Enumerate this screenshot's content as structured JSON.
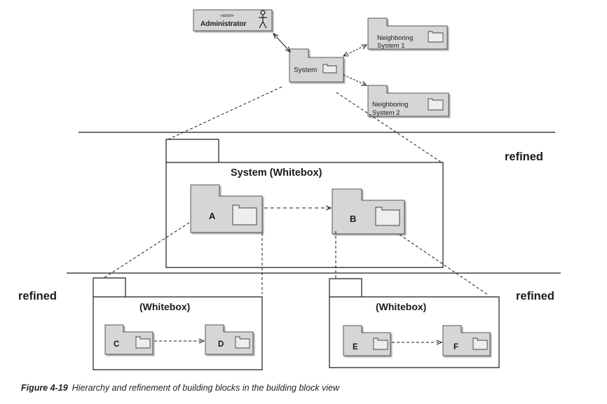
{
  "top": {
    "actor_stereotype": "«actor»",
    "actor_name": "Administrator",
    "system": "System",
    "neighbor1_line1": "Neighboring",
    "neighbor1_line2": "System 1",
    "neighbor2_line1": "Neighboring",
    "neighbor2_line2": "System 2"
  },
  "middle": {
    "title": "System (Whitebox)",
    "block_a": "A",
    "block_b": "B",
    "refined_label": "refined"
  },
  "bottom_left": {
    "title": "(Whitebox)",
    "block_c": "C",
    "block_d": "D",
    "refined_label": "refined"
  },
  "bottom_right": {
    "title": "(Whitebox)",
    "block_e": "E",
    "block_f": "F",
    "refined_label": "refined"
  },
  "caption": {
    "figure_number": "Figure 4-19",
    "text": "Hierarchy and refinement of building blocks in the building block view"
  },
  "colors": {
    "block_fill": "#d6d6d6",
    "line": "#1a1a1a"
  }
}
